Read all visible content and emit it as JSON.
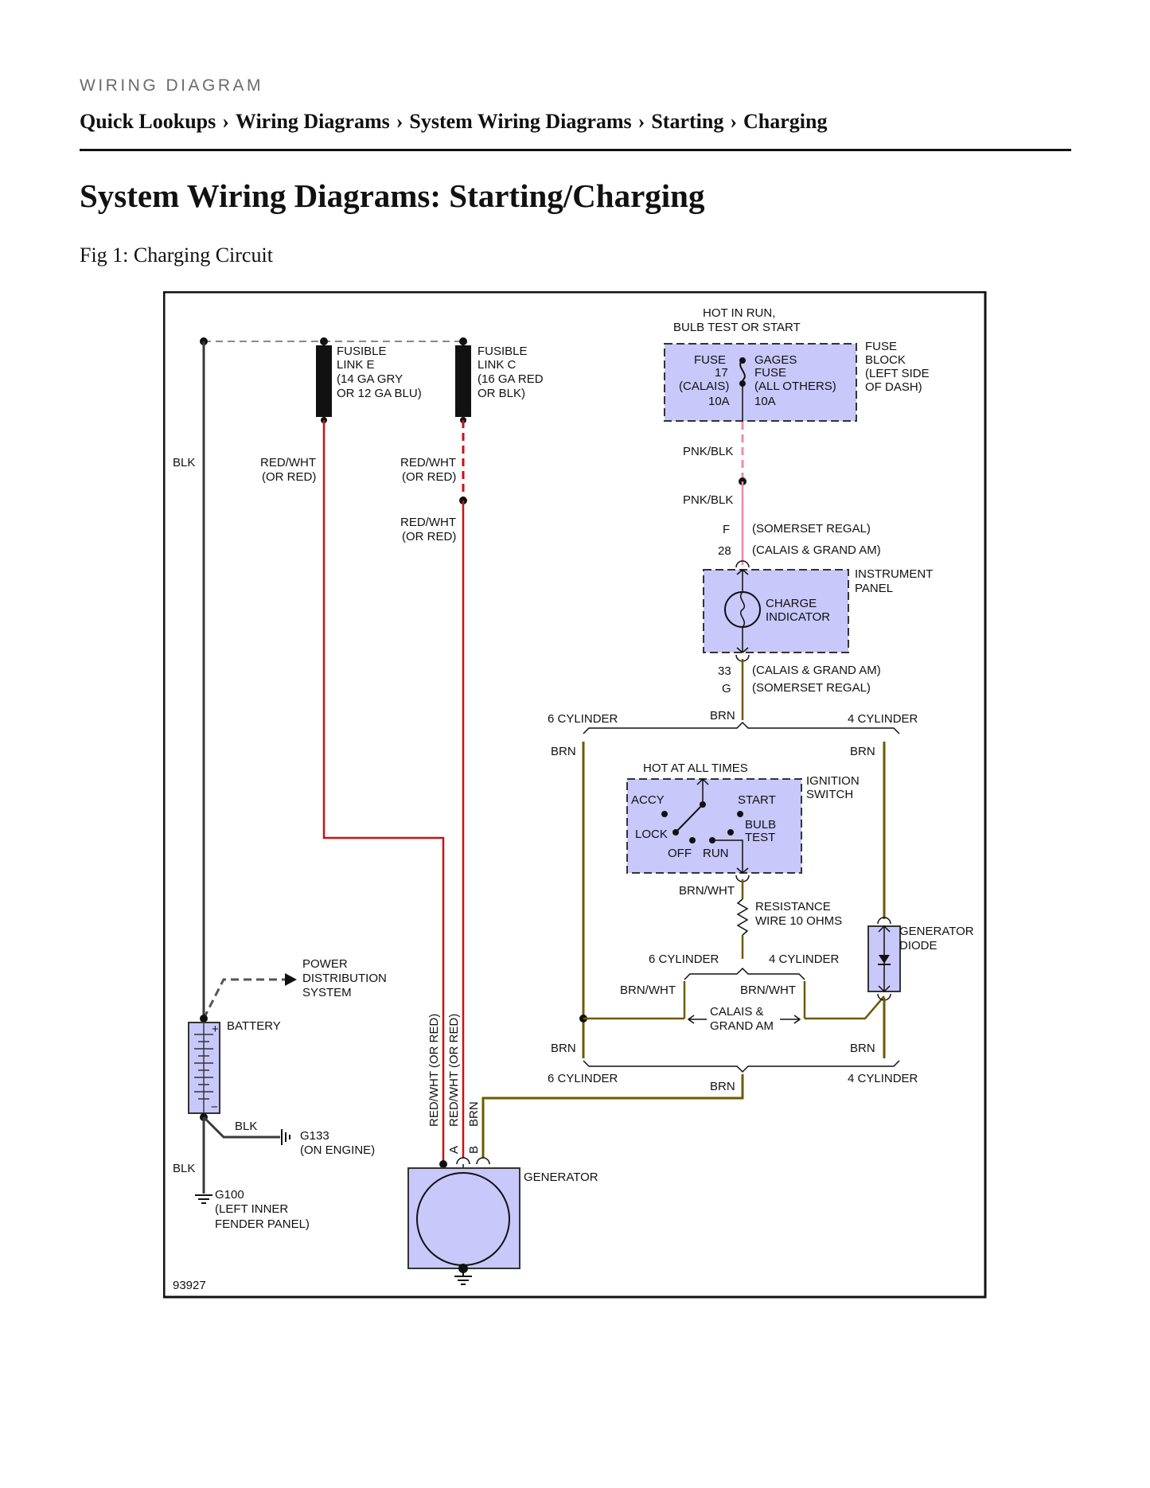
{
  "header": {
    "kicker": "WIRING DIAGRAM",
    "breadcrumb": [
      "Quick Lookups",
      "Wiring Diagrams",
      "System Wiring Diagrams",
      "Starting",
      "Charging"
    ],
    "separator": "›"
  },
  "page_title": "System Wiring Diagrams: Starting/Charging",
  "figure_caption": "Fig 1: Charging Circuit",
  "diagram": {
    "hot_in_run": [
      "HOT IN RUN,",
      "BULB TEST OR START"
    ],
    "fuse_17": [
      "FUSE",
      "17",
      "(CALAIS)",
      "10A"
    ],
    "gages_fuse": [
      "GAGES",
      "FUSE",
      "(ALL OTHERS)",
      "10A"
    ],
    "fuse_block": [
      "FUSE",
      "BLOCK",
      "(LEFT SIDE",
      "OF DASH)"
    ],
    "fusible_link_e": [
      "FUSIBLE",
      "LINK E",
      "(14 GA GRY",
      "OR 12 GA BLU)"
    ],
    "fusible_link_c": [
      "FUSIBLE",
      "LINK C",
      "(16 GA RED",
      "OR BLK)"
    ],
    "wire_blk": "BLK",
    "wire_red_wht": [
      "RED/WHT",
      "(OR RED)"
    ],
    "wire_pnk_blk": "PNK/BLK",
    "conn_f": "F",
    "conn_28": "28",
    "somerset_regal": "(SOMERSET REGAL)",
    "calais_grand_am": "(CALAIS & GRAND AM)",
    "instrument_panel": [
      "INSTRUMENT",
      "PANEL"
    ],
    "charge_indicator": [
      "CHARGE",
      "INDICATOR"
    ],
    "conn_33": "33",
    "conn_g": "G",
    "six_cylinder": "6 CYLINDER",
    "four_cylinder": "4 CYLINDER",
    "wire_brn": "BRN",
    "hot_at_all_times": "HOT AT ALL TIMES",
    "ignition_switch": [
      "IGNITION",
      "SWITCH"
    ],
    "switch_accy": "ACCY",
    "switch_start": "START",
    "switch_bulb_test": [
      "BULB",
      "TEST"
    ],
    "switch_lock": "LOCK",
    "switch_off": "OFF",
    "switch_run": "RUN",
    "wire_brn_wht": "BRN/WHT",
    "resistance_wire": [
      "RESISTANCE",
      "WIRE 10 OHMS"
    ],
    "generator_diode": [
      "GENERATOR",
      "DIODE"
    ],
    "calais_grand_am_2line": [
      "CALAIS &",
      "GRAND AM"
    ],
    "power_distribution": [
      "POWER",
      "DISTRIBUTION",
      "SYSTEM"
    ],
    "battery": "BATTERY",
    "battery_plus": "+",
    "battery_minus": "−",
    "g133": [
      "G133",
      "(ON ENGINE)"
    ],
    "g100": [
      "G100",
      "(LEFT INNER",
      "FENDER PANEL)"
    ],
    "vert_red_wht_a": "RED/WHT (OR RED)",
    "vert_red_wht_b": "RED/WHT (OR RED)",
    "vert_brn": "BRN",
    "term_a": "A",
    "term_b": "B",
    "generator": "GENERATOR",
    "figure_number": "93927",
    "colors": {
      "red": "#cc1111",
      "pink": "#f08aa8",
      "brown": "#6e5a00",
      "black_wire": "#3a3a3a",
      "component_fill": "#c8c8fb"
    }
  }
}
